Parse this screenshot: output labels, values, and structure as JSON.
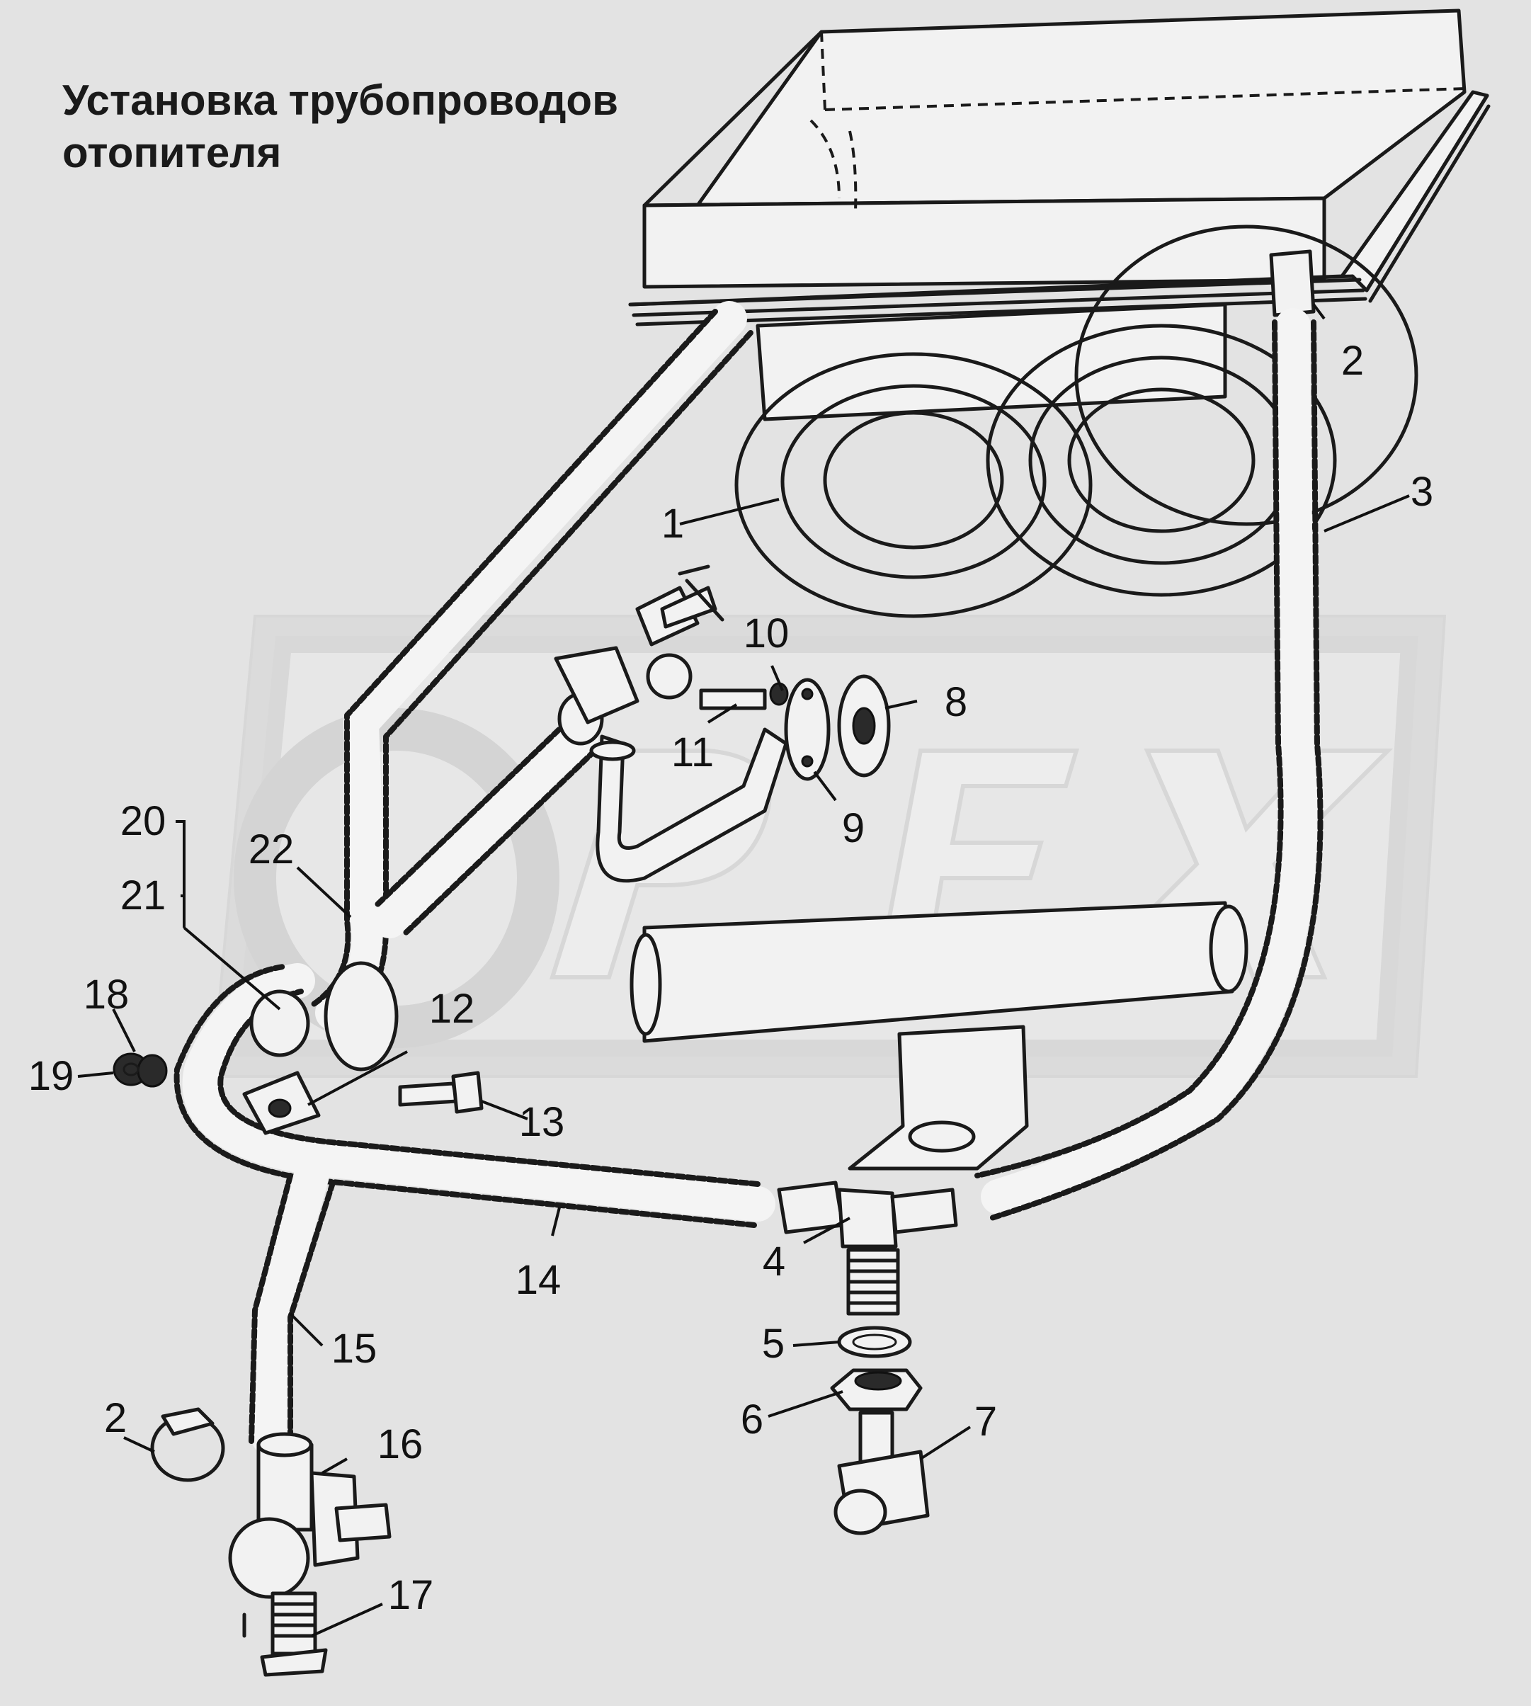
{
  "title": {
    "line1": "Установка трубопроводов",
    "line2": "отопителя"
  },
  "watermark": {
    "text": "OPEX"
  },
  "callouts": {
    "n1": "1",
    "n2_top": "2",
    "n3": "3",
    "n4": "4",
    "n5": "5",
    "n6": "6",
    "n7": "7",
    "n8": "8",
    "n9": "9",
    "n10": "10",
    "n11": "11",
    "n12": "12",
    "n13": "13",
    "n14": "14",
    "n15": "15",
    "n2_bottom": "2",
    "n16": "16",
    "n17": "17",
    "n18": "18",
    "n19": "19",
    "n20": "20",
    "n21": "21",
    "n22": "22"
  }
}
